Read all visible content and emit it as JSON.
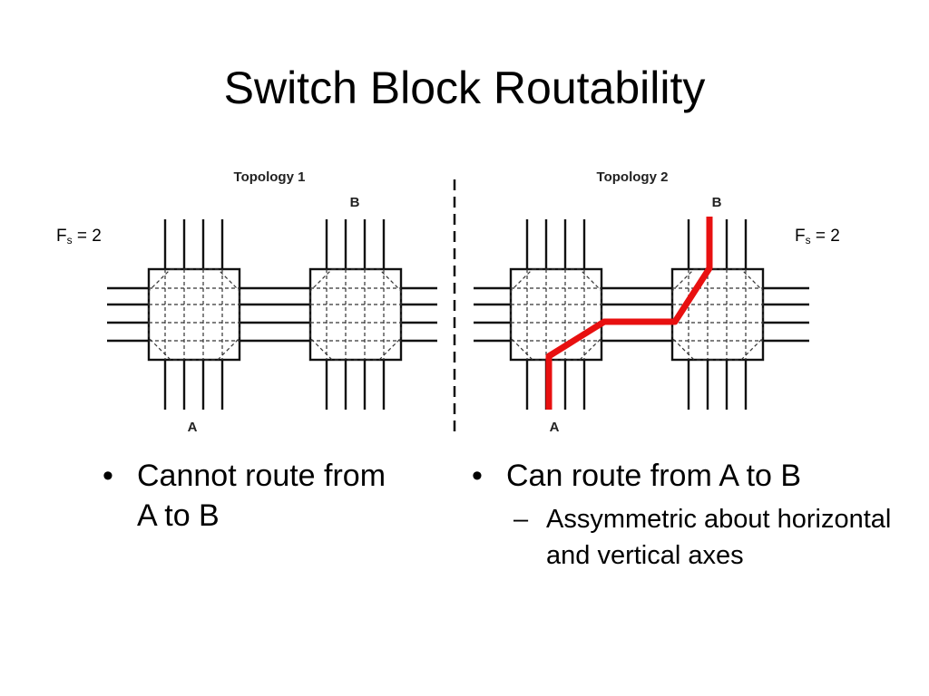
{
  "slide": {
    "title": "Switch Block Routability"
  },
  "diagram": {
    "left_topology_label": "Topology 1",
    "right_topology_label": "Topology 2",
    "left_a": "A",
    "left_b": "B",
    "right_a": "A",
    "right_b": "B",
    "fs_left": {
      "base": "F",
      "sub": "s",
      "rest": " = 2"
    },
    "fs_right": {
      "base": "F",
      "sub": "s",
      "rest": " = 2"
    },
    "route_color": "#e81010"
  },
  "bullets": {
    "left": [
      "Cannot route from A to B"
    ],
    "right": {
      "main": "Can route from A to B",
      "sub": "Assymmetric about horizontal and vertical axes"
    }
  }
}
